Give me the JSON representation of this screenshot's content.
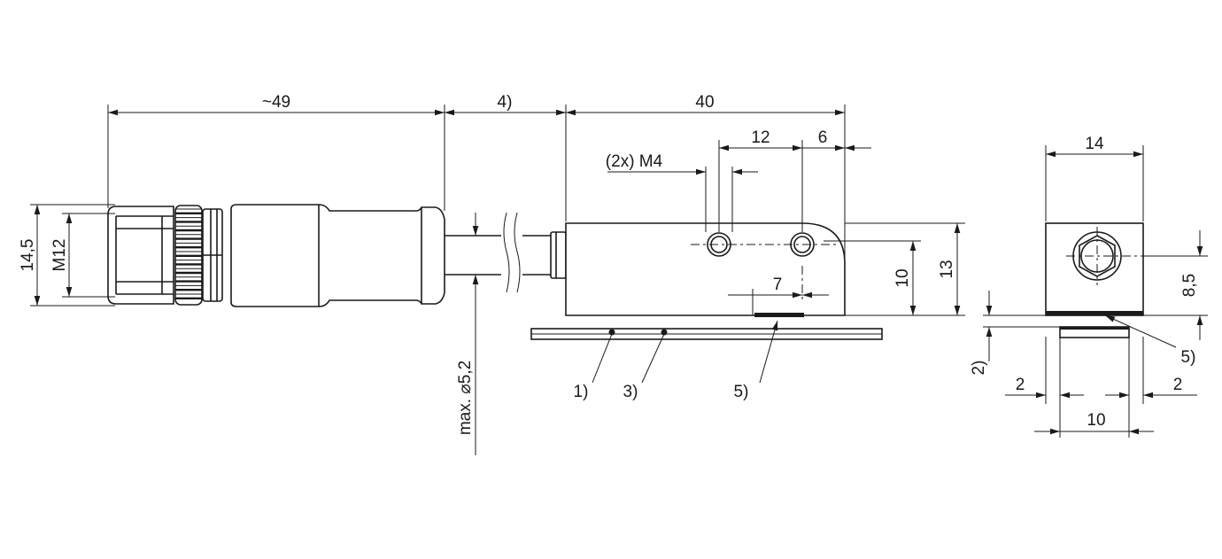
{
  "dimensions": {
    "cable_length_connector": "~49",
    "cable_note": "4)",
    "housing_length": "40",
    "hole_spacing": "12",
    "hole_edge": "6",
    "thread": "(2x) M4",
    "height_total": "13",
    "height_body": "10",
    "sensing_offset": "7",
    "connector_diameter": "14,5",
    "connector_thread": "M12",
    "cable_diameter": "max. ⌀5,2",
    "end_width": "14",
    "end_hole_height": "8,5",
    "end_gap": "2)",
    "end_margin_left": "2",
    "end_margin_right": "2",
    "end_magnet_width": "10"
  },
  "callouts": {
    "note_1": "1)",
    "note_3": "3)",
    "note_5_side": "5)",
    "note_5_end": "5)"
  }
}
